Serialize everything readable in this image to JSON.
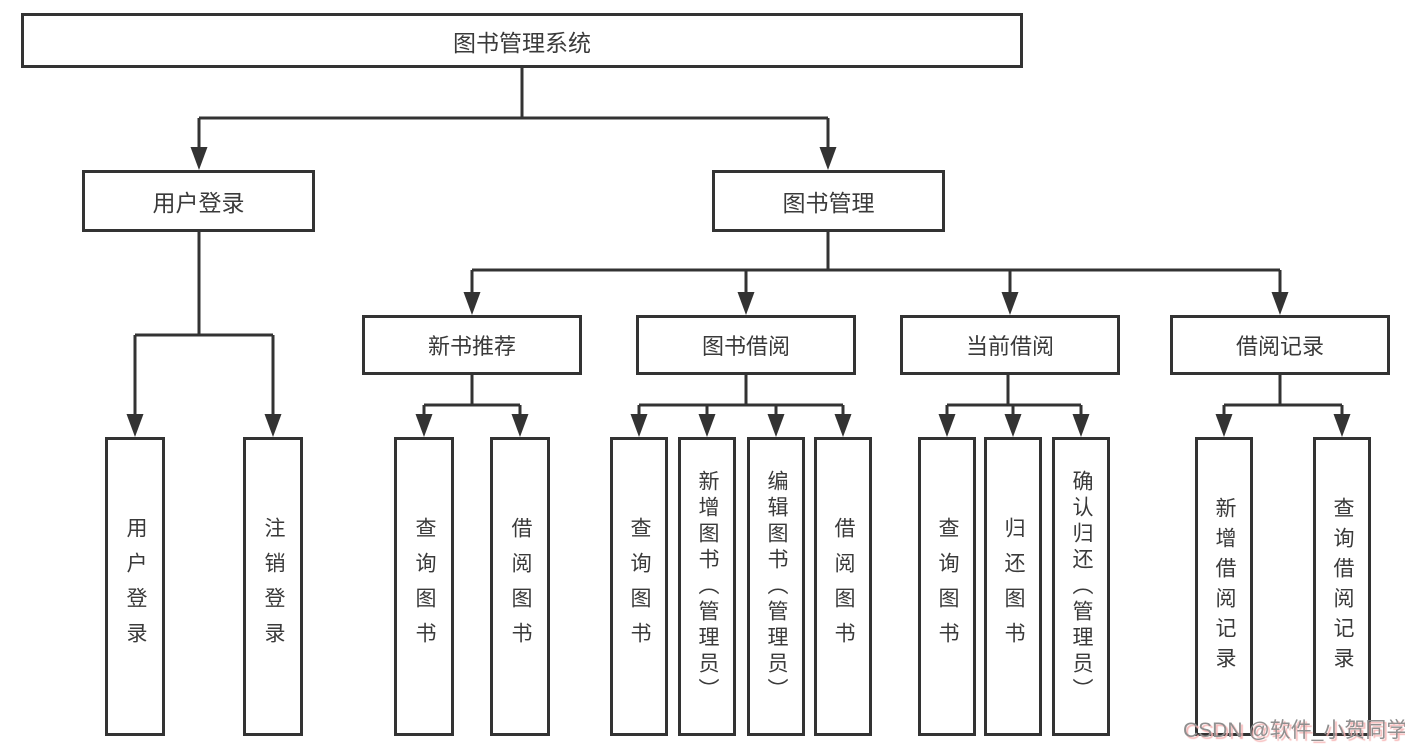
{
  "colors": {
    "line": "#333333",
    "box_border": "#333333",
    "text": "#3a3a3a",
    "background": "#ffffff",
    "watermark_text": "#8f8f8f",
    "watermark_shadow": "#f6b7b7"
  },
  "root": {
    "label": "图书管理系统"
  },
  "login_branch": {
    "label": "用户登录",
    "children": [
      {
        "label": "用户登录"
      },
      {
        "label": "注销登录"
      }
    ]
  },
  "management_branch": {
    "label": "图书管理",
    "sections": [
      {
        "label": "新书推荐",
        "children": [
          {
            "label": "查询图书"
          },
          {
            "label": "借阅图书"
          }
        ]
      },
      {
        "label": "图书借阅",
        "children": [
          {
            "label": "查询图书"
          },
          {
            "label": "新增图书（管理员）"
          },
          {
            "label": "编辑图书（管理员）"
          },
          {
            "label": "借阅图书"
          }
        ]
      },
      {
        "label": "当前借阅",
        "children": [
          {
            "label": "查询图书"
          },
          {
            "label": "归还图书"
          },
          {
            "label": "确认归还（管理员）"
          }
        ]
      },
      {
        "label": "借阅记录",
        "children": [
          {
            "label": "新增借阅记录"
          },
          {
            "label": "查询借阅记录"
          }
        ]
      }
    ]
  },
  "watermark": {
    "text": "CSDN @软件_小贺同学"
  }
}
